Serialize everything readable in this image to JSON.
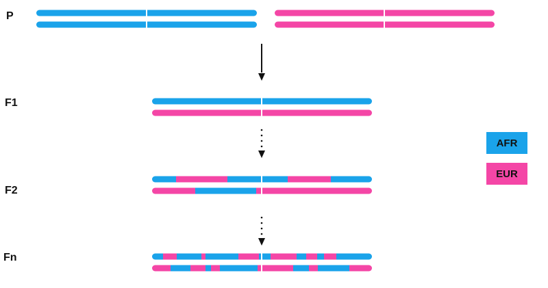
{
  "generations": {
    "p": "P",
    "f1": "F1",
    "f2": "F2",
    "fn": "Fn"
  },
  "legend": {
    "afr": {
      "label": "AFR",
      "color": "#1aa3ea"
    },
    "eur": {
      "label": "EUR",
      "color": "#f446a6"
    }
  }
}
